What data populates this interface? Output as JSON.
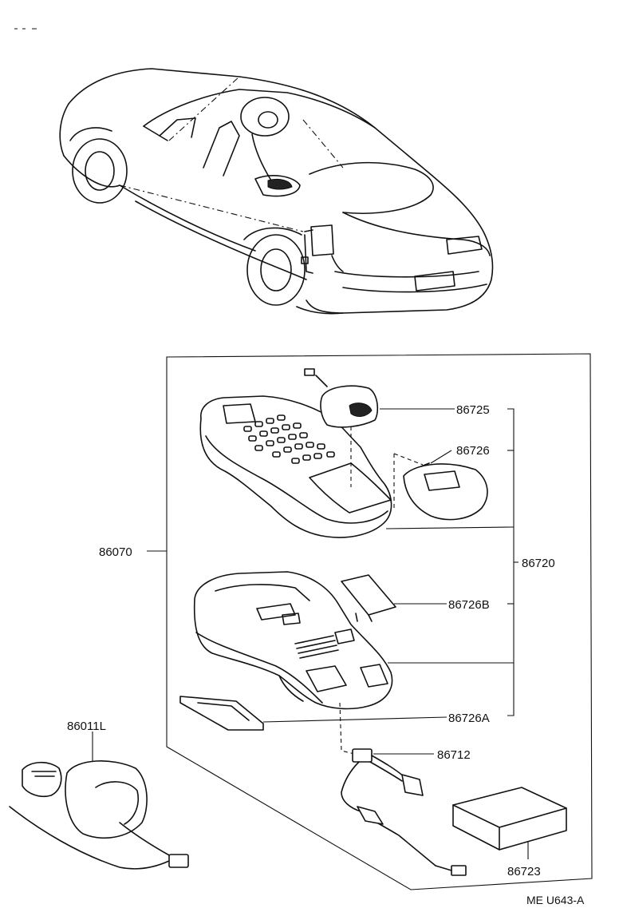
{
  "diagram": {
    "reference_code": "ME U643-A",
    "parts": {
      "p86725": "86725",
      "p86726": "86726",
      "p86070": "86070",
      "p86720": "86720",
      "p86726B": "86726B",
      "p86726A": "86726A",
      "p86011L": "86011L",
      "p86712": "86712",
      "p86723": "86723"
    }
  }
}
